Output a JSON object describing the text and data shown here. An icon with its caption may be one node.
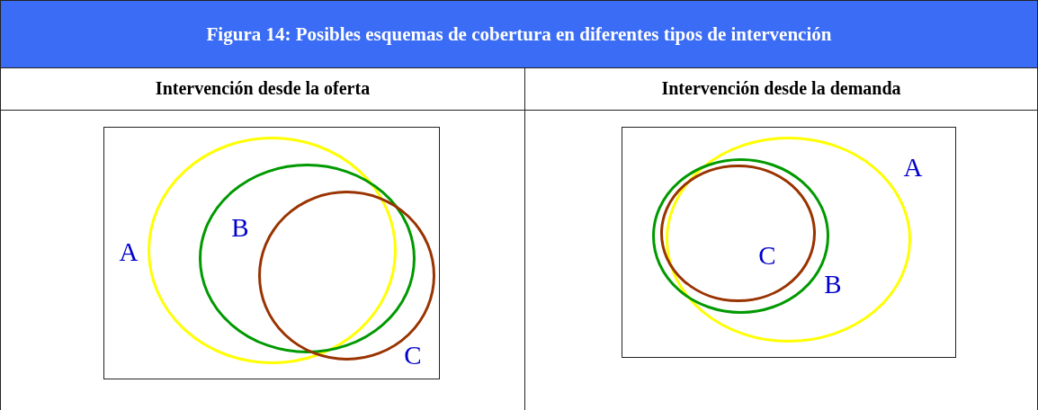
{
  "diagram": {
    "title": "Figura 14: Posibles esquemas de cobertura en diferentes tipos de intervención",
    "nodes": [
      {
        "text": [],
        "shape": "box"
      },
      {
        "text": [],
        "shape": "circle",
        "in": 0,
        "beside": [
          "A"
        ]
      },
      {
        "text": [
          "B"
        ],
        "in": 0
      },
      {
        "text": [],
        "shape": "circle",
        "in": 0,
        "beside": [
          "C"
        ]
      },
      {
        "text": [],
        "shape": "box"
      },
      {
        "text": [],
        "shape": "circle",
        "in": 4,
        "beside": [
          "A"
        ]
      },
      {
        "text": [],
        "shape": "circle",
        "in": 4,
        "beside": [
          "B"
        ]
      },
      {
        "text": [
          "C"
        ],
        "in": 6
      }
    ],
    "labels": [
      "Intervención desde la oferta",
      "Intervención desde la demanda"
    ]
  }
}
